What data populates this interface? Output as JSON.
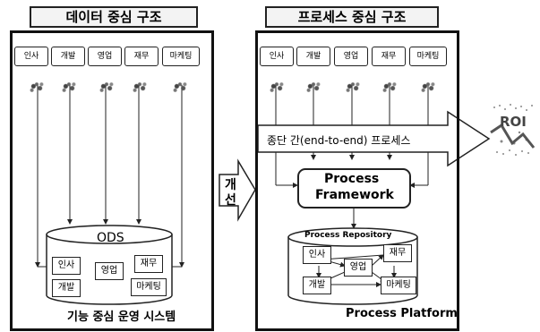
{
  "left": {
    "title": "데이터 중심 구조",
    "departments": [
      "인사",
      "개발",
      "영업",
      "재무",
      "마케팅"
    ],
    "db_label": "ODS",
    "db_items": [
      "인사",
      "영업",
      "재무",
      "개발",
      "마케팅"
    ],
    "footer": "기능 중심 운영 시스템"
  },
  "right": {
    "title": "프로세스 중심 구조",
    "departments": [
      "인사",
      "개발",
      "영업",
      "재무",
      "마케팅"
    ],
    "flow_label": "종단 간(end-to-end) 프로세스",
    "framework_line1": "Process",
    "framework_line2": "Framework",
    "repository_label": "Process Repository",
    "repo_items": [
      "인사",
      "영업",
      "재무",
      "개발",
      "마케팅"
    ],
    "footer": "Process Platform"
  },
  "improve_label_1": "개",
  "improve_label_2": "선",
  "roi_label": "ROI"
}
